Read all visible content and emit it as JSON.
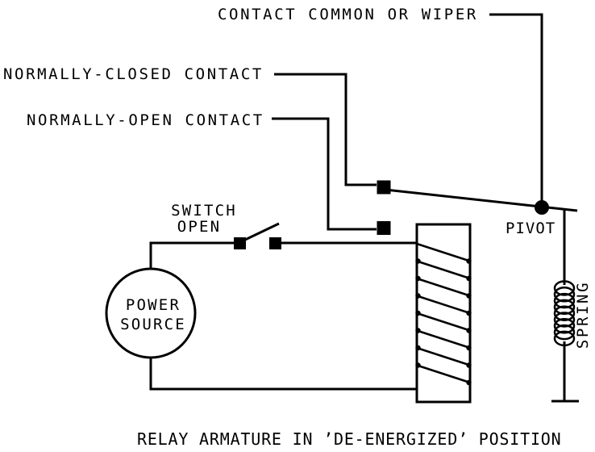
{
  "diagram": {
    "type": "relay-schematic",
    "caption": "RELAY ARMATURE IN ’DE-ENERGIZED’ POSITION",
    "labels": {
      "contact_common": "CONTACT COMMON OR WIPER",
      "normally_closed": "NORMALLY-CLOSED CONTACT",
      "normally_open": "NORMALLY-OPEN CONTACT",
      "switch_line1": "SWITCH",
      "switch_line2": "OPEN",
      "power_line1": "POWER",
      "power_line2": "SOURCE",
      "pivot": "PIVOT",
      "spring": "SPRING"
    },
    "colors": {
      "ink": "#000000",
      "background": "#ffffff"
    }
  }
}
